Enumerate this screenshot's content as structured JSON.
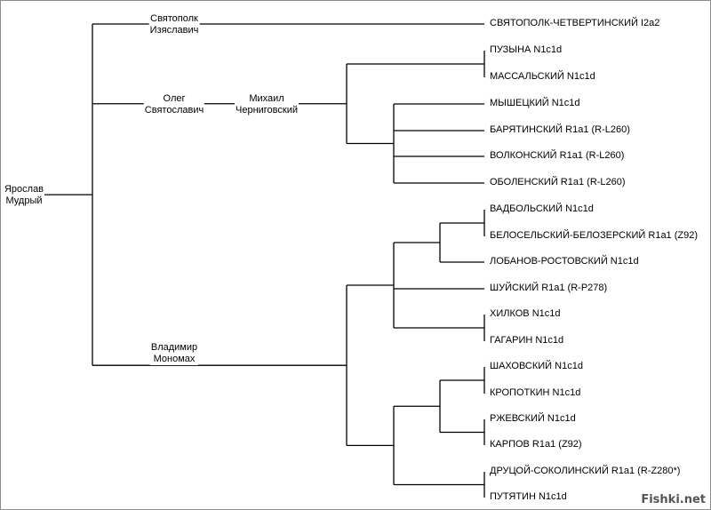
{
  "roots": [
    {
      "id": "yaroslav",
      "lines": [
        "Ярослав",
        "Мудрый"
      ]
    }
  ],
  "internal": [
    {
      "id": "svyatopolk",
      "lines": [
        "Святополк",
        "Изяславич"
      ]
    },
    {
      "id": "oleg",
      "lines": [
        "Олег",
        "Святославич"
      ]
    },
    {
      "id": "mikhail",
      "lines": [
        "Михаил",
        "Черниговский"
      ]
    },
    {
      "id": "vladimir",
      "lines": [
        "Владимир",
        "Мономах"
      ]
    }
  ],
  "leaves": [
    {
      "id": "l0",
      "label": "СВЯТОПОЛК-ЧЕТВЕРТИНСКИЙ I2a2"
    },
    {
      "id": "l1",
      "label": "ПУЗЫНА N1c1d"
    },
    {
      "id": "l2",
      "label": "МАССАЛЬСКИЙ N1c1d"
    },
    {
      "id": "l3",
      "label": "МЫШЕЦКИЙ N1c1d"
    },
    {
      "id": "l4",
      "label": "БАРЯТИНСКИЙ R1a1 (R-L260)"
    },
    {
      "id": "l5",
      "label": "ВОЛКОНСКИЙ R1a1 (R-L260)"
    },
    {
      "id": "l6",
      "label": "ОБОЛЕНСКИЙ R1a1 (R-L260)"
    },
    {
      "id": "l7",
      "label": "ВАДБОЛЬСКИЙ N1c1d"
    },
    {
      "id": "l8",
      "label": "БЕЛОСЕЛЬСКИЙ-БЕЛОЗЕРСКИЙ R1a1 (Z92)"
    },
    {
      "id": "l9",
      "label": "ЛОБАНОВ-РОСТОВСКИЙ N1c1d"
    },
    {
      "id": "l10",
      "label": "ШУЙСКИЙ R1a1 (R-P278)"
    },
    {
      "id": "l11",
      "label": "ХИЛКОВ N1c1d"
    },
    {
      "id": "l12",
      "label": "ГАГАРИН N1c1d"
    },
    {
      "id": "l13",
      "label": "ШАХОВСКИЙ N1c1d"
    },
    {
      "id": "l14",
      "label": "КРОПОТКИН N1c1d"
    },
    {
      "id": "l15",
      "label": "РЖЕВСКИЙ N1c1d"
    },
    {
      "id": "l16",
      "label": "КАРПОВ R1a1 (Z92)"
    },
    {
      "id": "l17",
      "label": "ДРУЦОЙ-СОКОЛИНСКИЙ R1a1 (R-Z280*)"
    },
    {
      "id": "l18",
      "label": "ПУТЯТИН N1c1d"
    }
  ],
  "tree": {
    "id": "yaroslav",
    "children": [
      {
        "id": "svyatopolk",
        "children": [
          {
            "id": "l0"
          }
        ]
      },
      {
        "id": "oleg",
        "children": [
          {
            "id": "mikhail",
            "children": [
              {
                "id": "g_mik",
                "children": [
                  {
                    "id": "g_pm",
                    "children": [
                      {
                        "id": "l1"
                      },
                      {
                        "id": "l2"
                      }
                    ]
                  },
                  {
                    "id": "g_mbvo",
                    "children": [
                      {
                        "id": "l3"
                      },
                      {
                        "id": "l4"
                      },
                      {
                        "id": "l5"
                      },
                      {
                        "id": "l6"
                      }
                    ]
                  }
                ]
              }
            ]
          }
        ]
      },
      {
        "id": "vladimir",
        "children": [
          {
            "id": "g_vm",
            "children": [
              {
                "id": "g_upper",
                "children": [
                  {
                    "id": "g_vbl",
                    "children": [
                      {
                        "id": "g_vb",
                        "children": [
                          {
                            "id": "l7"
                          },
                          {
                            "id": "l8"
                          }
                        ]
                      },
                      {
                        "id": "l9"
                      }
                    ]
                  },
                  {
                    "id": "l10"
                  },
                  {
                    "id": "g_hg",
                    "children": [
                      {
                        "id": "l11"
                      },
                      {
                        "id": "l12"
                      }
                    ]
                  }
                ]
              },
              {
                "id": "g_lower",
                "children": [
                  {
                    "id": "g_shkrk",
                    "children": [
                      {
                        "id": "g_shk",
                        "children": [
                          {
                            "id": "l13"
                          },
                          {
                            "id": "l14"
                          }
                        ]
                      },
                      {
                        "id": "g_rk",
                        "children": [
                          {
                            "id": "l15"
                          },
                          {
                            "id": "l16"
                          }
                        ]
                      }
                    ]
                  },
                  {
                    "id": "g_dp",
                    "children": [
                      {
                        "id": "l17"
                      },
                      {
                        "id": "l18"
                      }
                    ]
                  }
                ]
              }
            ]
          }
        ]
      }
    ]
  },
  "watermark": "Fishki.net"
}
